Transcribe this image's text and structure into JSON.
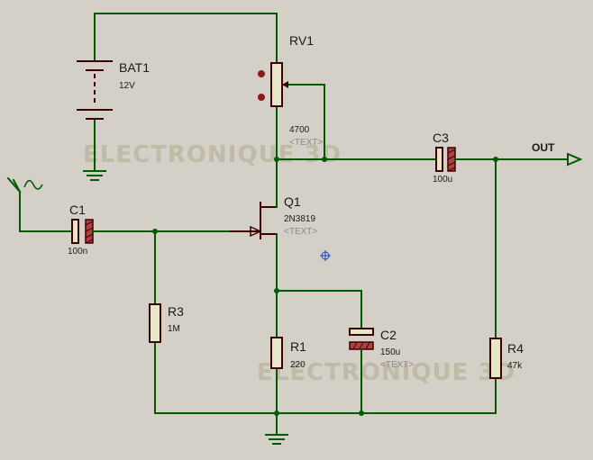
{
  "watermark": "ELECTRONIQUE 3D",
  "output_terminal": {
    "label": "OUT"
  },
  "components": {
    "bat1": {
      "ref": "BAT1",
      "value": "12V"
    },
    "rv1": {
      "ref": "RV1",
      "value": "4700",
      "text": "<TEXT>"
    },
    "c1": {
      "ref": "C1",
      "value": "100n"
    },
    "c2": {
      "ref": "C2",
      "value": "150u",
      "text": "<TEXT>"
    },
    "c3": {
      "ref": "C3",
      "value": "100u"
    },
    "q1": {
      "ref": "Q1",
      "value": "2N3819",
      "text": "<TEXT>"
    },
    "r1": {
      "ref": "R1",
      "value": "220"
    },
    "r3": {
      "ref": "R3",
      "value": "1M"
    },
    "r4": {
      "ref": "R4",
      "value": "47k"
    }
  },
  "colors": {
    "wire": "#005a00",
    "component": "#3c0000",
    "background": "#d4d0c8"
  }
}
